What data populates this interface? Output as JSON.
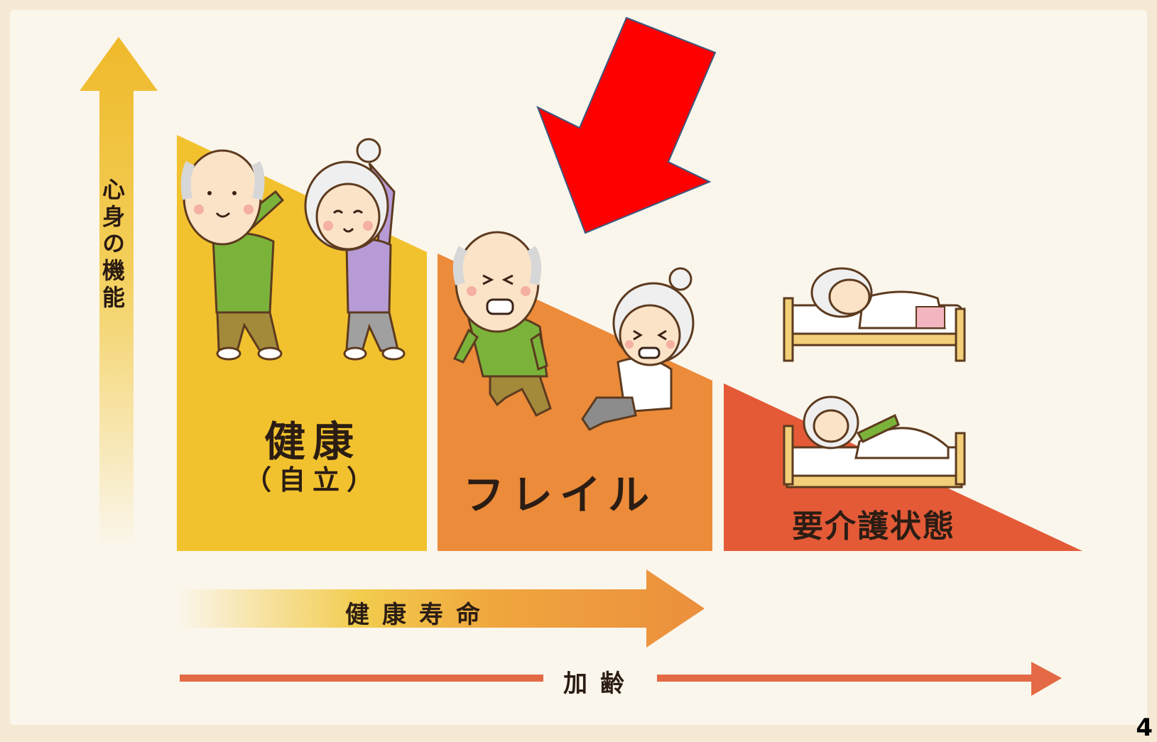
{
  "vertical_axis": {
    "label": "心身の機能"
  },
  "stages": [
    {
      "label": "健康",
      "sublabel": "（自立）",
      "color": "#f2c22e"
    },
    {
      "label": "フレイル",
      "color": "#ec8b3a"
    },
    {
      "label": "要介護状態",
      "color": "#e45a37"
    }
  ],
  "lifespan_arrow": {
    "label": "健康寿命",
    "color": "#eb8f3d"
  },
  "aging_arrow": {
    "label": "加齢",
    "color": "#e36a45"
  },
  "highlight_arrow": {
    "color": "#ff0000",
    "points_to": "フレイル"
  },
  "page_number": "4",
  "colors": {
    "background": "#f6e9d4",
    "panel": "#fbf6ec"
  }
}
